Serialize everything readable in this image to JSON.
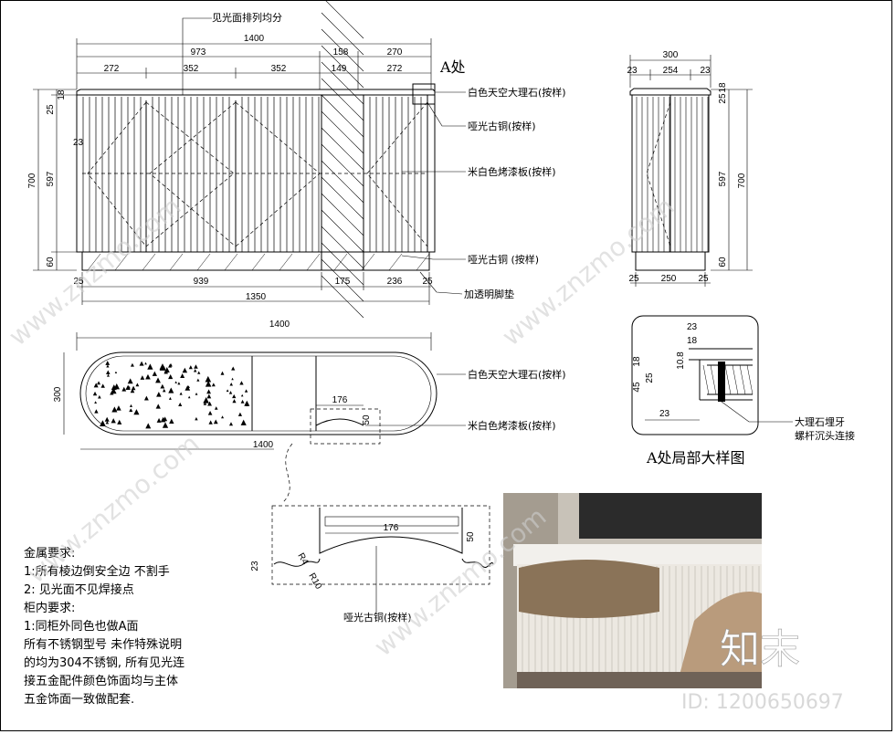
{
  "front_view": {
    "dims_top": {
      "total": "1400",
      "group_left": "973",
      "group_mid": "158",
      "group_right": "270",
      "seg1": "272",
      "seg2": "352",
      "seg3": "352",
      "seg4": "149",
      "seg5": "272"
    },
    "dims_left": {
      "top_a": "25",
      "top_b": "18",
      "height": "700",
      "body": "597",
      "side": "23",
      "base": "60"
    },
    "dims_bottom": {
      "left": "25",
      "seg1": "939",
      "seg2": "175",
      "seg3": "236",
      "right": "25",
      "overall": "1350"
    },
    "callout_top": "见光面排列均分",
    "marker_a": "A处",
    "labels": {
      "marble": "白色天空大理石(按样)",
      "bronze_top": "哑光古铜(按样)",
      "panel": "米白色烤漆板(按样)",
      "bronze_bottom": "哑光古铜 (按样)",
      "pad": "加透明脚垫"
    }
  },
  "side_view": {
    "dims_top": {
      "total": "300",
      "left": "23",
      "mid": "254",
      "right": "23"
    },
    "dims_right": {
      "top_a": "25",
      "top_b": "18",
      "body": "597",
      "height": "700",
      "base": "60"
    },
    "dims_bottom": {
      "left": "25",
      "mid": "250",
      "right": "25"
    }
  },
  "plan_view": {
    "width": "1400",
    "depth": "300",
    "notch": "176",
    "notch_depth": "50",
    "label_width": "1400",
    "labels": {
      "marble": "白色天空大理石(按样)",
      "panel": "米白色烤漆板(按样)"
    }
  },
  "detail_a": {
    "title": "A处局部大样图",
    "dims": {
      "top": "23",
      "top_inner": "18",
      "small": "10.8",
      "mid": "25",
      "left_a": "18",
      "left_b": "45",
      "bottom": "23"
    },
    "label_line1": "大理石埋牙",
    "label_line2": "螺杆沉头连接"
  },
  "notch_detail": {
    "width": "176",
    "height": "50",
    "left": "23",
    "radius_a": "R4",
    "radius_b": "R10",
    "label": "哑光古铜(按样)"
  },
  "notes": {
    "metal_title": "金属要求:",
    "metal_1": "1:所有棱边倒安全边  不割手",
    "metal_2": "2: 见光面不见焊接点",
    "cabinet_title": "柜内要求:",
    "cabinet_1": "1:同柜外同色也做A面",
    "cabinet_2": "所有不锈钢型号 未作特殊说明",
    "cabinet_3": "的均为304不锈钢, 所有见光连",
    "cabinet_4": "接五金配件颜色饰面均与主体",
    "cabinet_5": "五金饰面一致做配套."
  },
  "watermark": {
    "brand": "知末",
    "id": "ID: 1200650697",
    "site": "www.znzmo.com"
  },
  "colors": {
    "line": "#000000",
    "photo_wall": "#c8c2b8",
    "photo_cabinet": "#ece8e1",
    "photo_bronze": "#8a7358",
    "photo_tv": "#2b2b2b"
  }
}
